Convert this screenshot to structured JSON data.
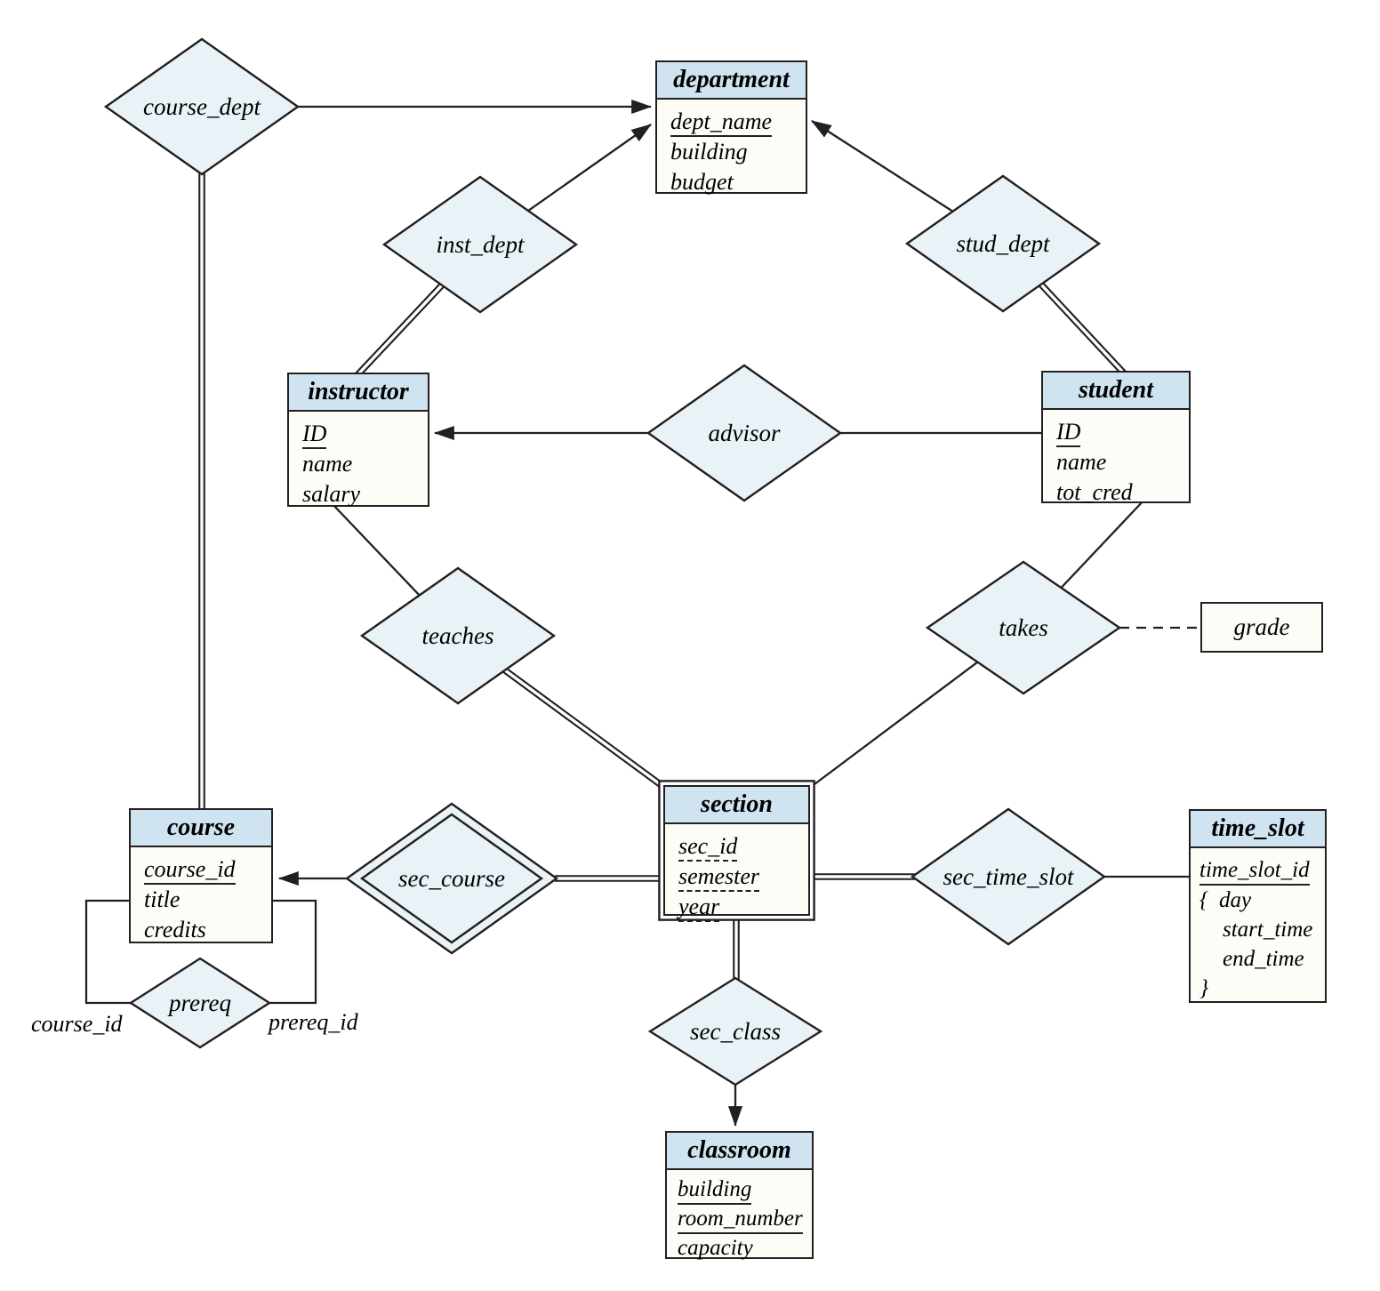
{
  "colors": {
    "entity_header_fill": "#cfe3f0",
    "entity_body_fill": "#fdfcf6",
    "relationship_fill": "#e9f2f6",
    "line_color": "#231f20"
  },
  "entities": {
    "department": {
      "name": "department",
      "attributes": [
        {
          "label": "dept_name",
          "underline": "solid"
        },
        {
          "label": "building",
          "underline": "none"
        },
        {
          "label": "budget",
          "underline": "none"
        }
      ]
    },
    "instructor": {
      "name": "instructor",
      "attributes": [
        {
          "label": "ID",
          "underline": "solid"
        },
        {
          "label": "name",
          "underline": "none"
        },
        {
          "label": "salary",
          "underline": "none"
        }
      ]
    },
    "student": {
      "name": "student",
      "attributes": [
        {
          "label": "ID",
          "underline": "solid"
        },
        {
          "label": "name",
          "underline": "none"
        },
        {
          "label": "tot_cred",
          "underline": "none"
        }
      ]
    },
    "course": {
      "name": "course",
      "attributes": [
        {
          "label": "course_id",
          "underline": "solid"
        },
        {
          "label": "title",
          "underline": "none"
        },
        {
          "label": "credits",
          "underline": "none"
        }
      ]
    },
    "section": {
      "name": "section",
      "weak_entity": true,
      "attributes": [
        {
          "label": "sec_id",
          "underline": "dashed"
        },
        {
          "label": "semester",
          "underline": "dashed"
        },
        {
          "label": "year",
          "underline": "dashed"
        }
      ]
    },
    "time_slot": {
      "name": "time_slot",
      "attributes": [
        {
          "label": "time_slot_id",
          "underline": "solid"
        }
      ],
      "brace_open": "{",
      "composite_components": [
        "day",
        "start_time",
        "end_time"
      ],
      "brace_close": "}"
    },
    "classroom": {
      "name": "classroom",
      "attributes": [
        {
          "label": "building",
          "underline": "solid"
        },
        {
          "label": "room_number",
          "underline": "solid"
        },
        {
          "label": "capacity",
          "underline": "none"
        }
      ]
    }
  },
  "relationships": {
    "course_dept": {
      "label": "course_dept"
    },
    "inst_dept": {
      "label": "inst_dept"
    },
    "stud_dept": {
      "label": "stud_dept"
    },
    "advisor": {
      "label": "advisor"
    },
    "teaches": {
      "label": "teaches"
    },
    "takes": {
      "label": "takes"
    },
    "sec_course": {
      "label": "sec_course",
      "identifying": true
    },
    "sec_time_slot": {
      "label": "sec_time_slot"
    },
    "sec_class": {
      "label": "sec_class"
    },
    "prereq": {
      "label": "prereq"
    }
  },
  "attribute_boxes": {
    "grade": {
      "label": "grade"
    }
  },
  "edge_labels": {
    "course_id": "course_id",
    "prereq_id": "prereq_id"
  }
}
